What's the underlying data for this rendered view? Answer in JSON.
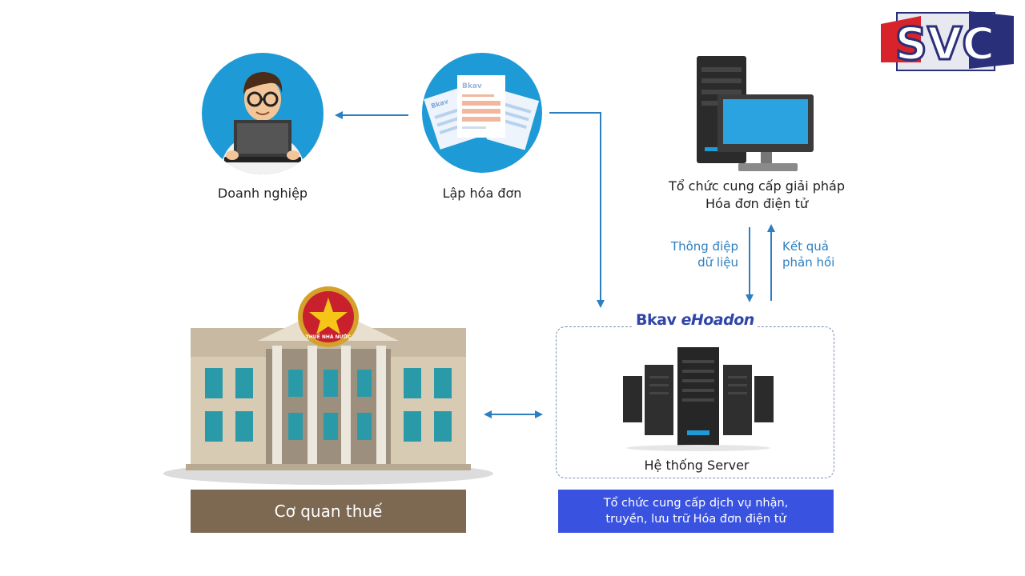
{
  "nodes": {
    "enterprise": {
      "label": "Doanh nghiệp"
    },
    "create_invoice": {
      "label": "Lập hóa đơn",
      "doc_brand": "Bkav"
    },
    "provider": {
      "label_line1": "Tổ chức cung cấp giải pháp",
      "label_line2": "Hóa đơn điện tử"
    },
    "server": {
      "brand_part1": "Bkav",
      "brand_part2": "eHoadon",
      "label": "Hệ thống Server"
    },
    "tax": {
      "label": "Cơ quan thuế",
      "emblem_text": "THUẾ NHÀ NƯỚC"
    },
    "service_org": {
      "line1": "Tổ chức cung cấp dịch vụ nhận,",
      "line2": "truyền, lưu trữ Hóa đơn điện tử"
    }
  },
  "edges": {
    "data_message": {
      "line1": "Thông điệp",
      "line2": "dữ liệu"
    },
    "feedback": {
      "line1": "Kết quả",
      "line2": "phản hồi"
    }
  },
  "logo": {
    "text": "SVC"
  },
  "colors": {
    "circle_blue": "#1e9ad6",
    "arrow": "#2e7fc0",
    "tax_bar": "#7d6852",
    "service_bar": "#3a52e0",
    "logo_red": "#d8232a",
    "logo_navy": "#2a2f7a"
  }
}
